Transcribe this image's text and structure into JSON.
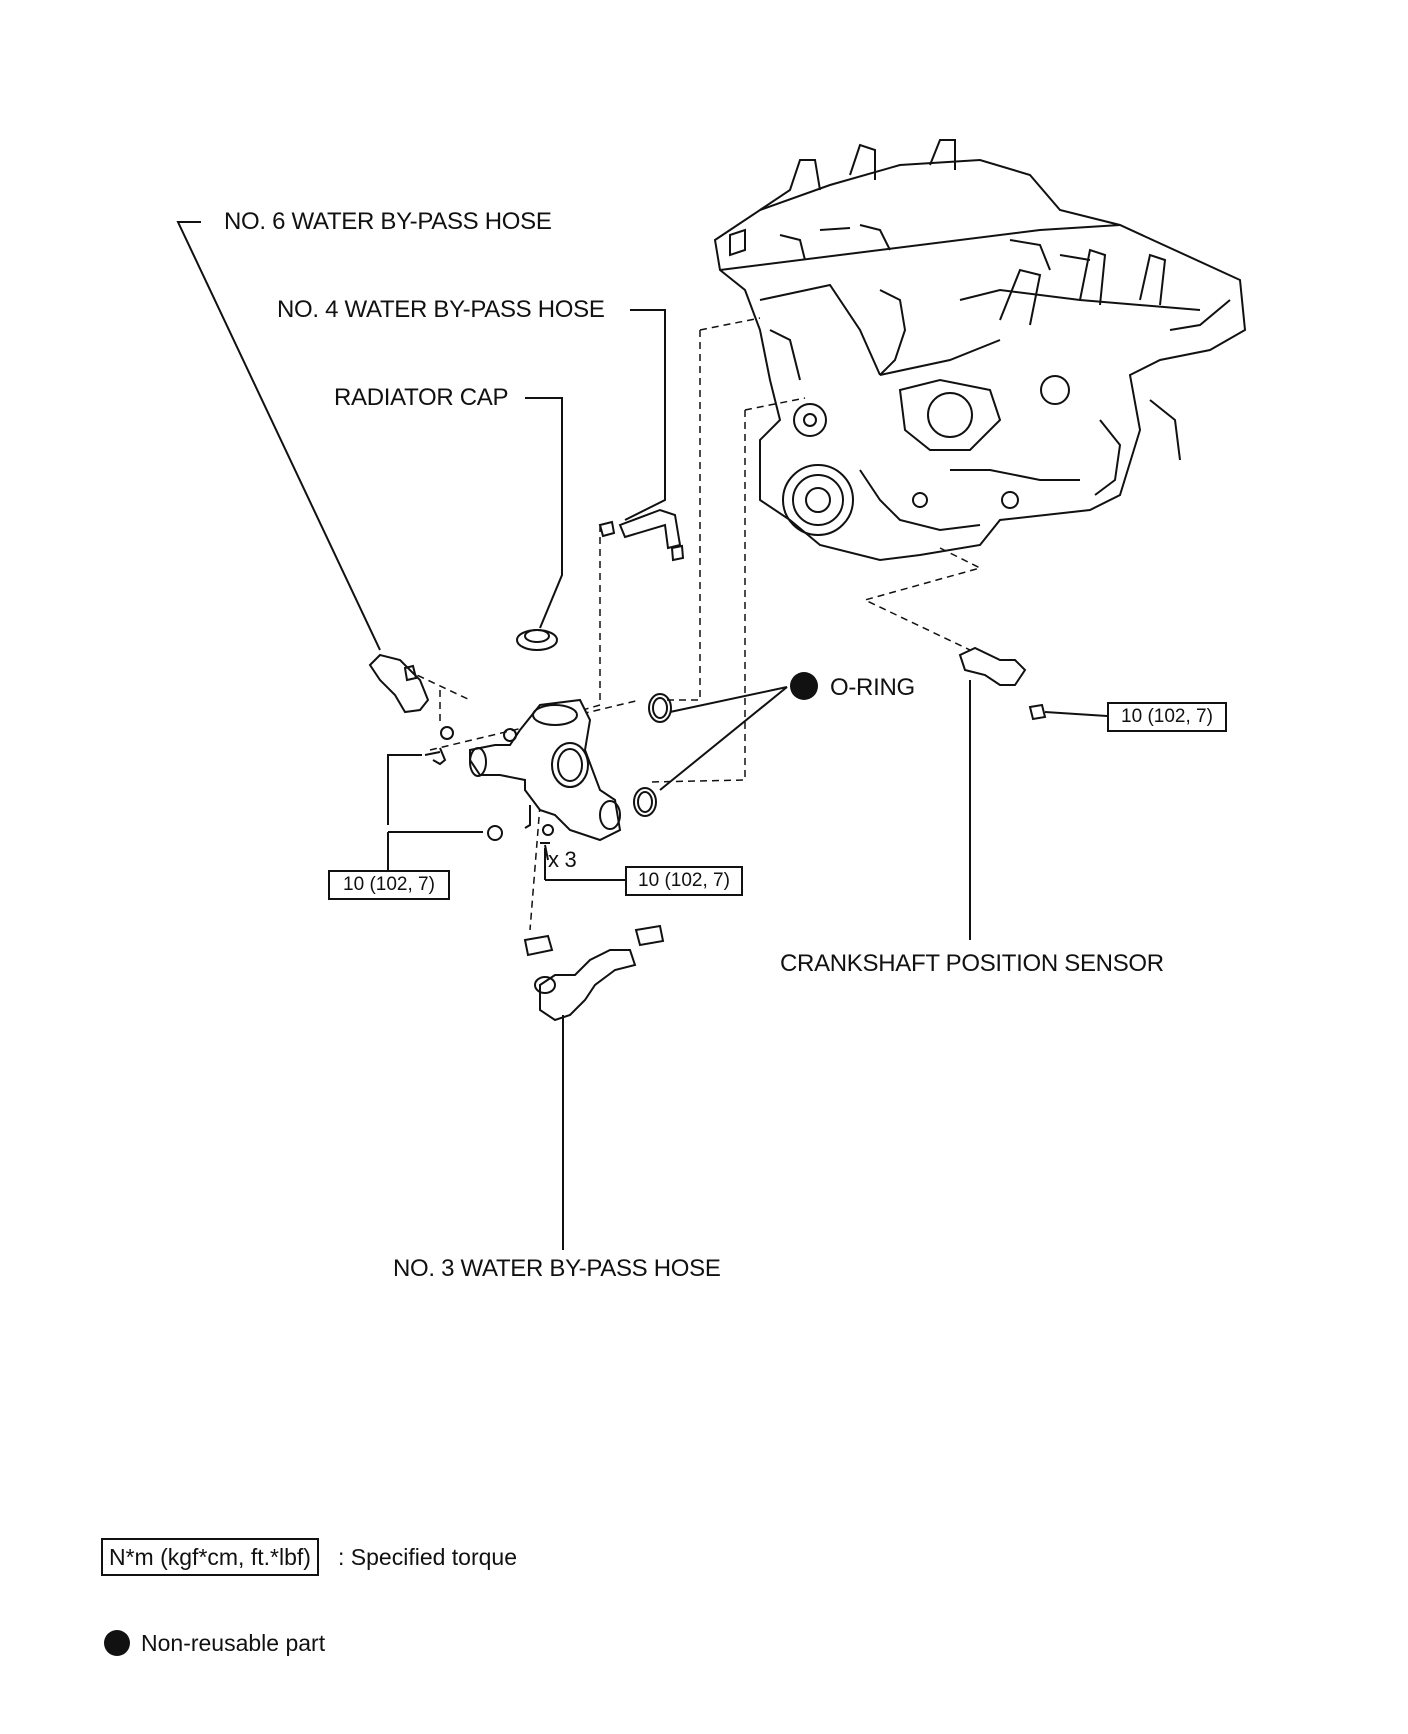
{
  "labels": {
    "no6_hose": "NO. 6 WATER BY-PASS HOSE",
    "no4_hose": "NO. 4 WATER BY-PASS HOSE",
    "radiator_cap": "RADIATOR CAP",
    "o_ring": "O-RING",
    "crankshaft_sensor": "CRANKSHAFT POSITION SENSOR",
    "no3_hose": "NO. 3 WATER BY-PASS HOSE",
    "bolt_qty": "x 3"
  },
  "torque_specs": {
    "sensor_bolt": "10 (102, 7)",
    "inlet_bolts_left": "10 (102, 7)",
    "inlet_bolts_right": "10 (102, 7)"
  },
  "legend": {
    "torque_unit_box": "N*m (kgf*cm, ft.*lbf)",
    "torque_desc": ": Specified torque",
    "non_reusable_desc": "Non-reusable part"
  },
  "colors": {
    "line": "#111111",
    "background": "#ffffff"
  }
}
